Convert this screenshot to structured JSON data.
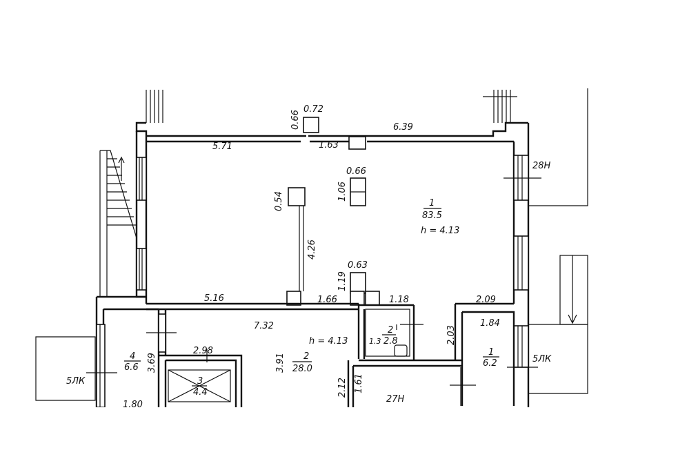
{
  "dimensions": {
    "d_066": "0.66",
    "d_072": "0.72",
    "d_639": "6.39",
    "d_571": "5.71",
    "d_163": "1.63",
    "d_066b": "0.66",
    "d_106": "1.06",
    "d_054": "0.54",
    "d_426": "4.26",
    "d_063": "0.63",
    "d_119": "1.19",
    "d_516": "5.16",
    "d_166": "1.66",
    "d_118": "1.18",
    "d_209": "2.09",
    "d_732": "7.32",
    "d_203": "2.03",
    "d_184": "1.84",
    "d_298": "2.98",
    "d_391": "3.91",
    "d_369": "3.69",
    "d_212": "2.12",
    "d_161": "1.61",
    "d_13": "1.3",
    "d_180": "1.80"
  },
  "rooms": {
    "main": {
      "num": "1",
      "area": "83.5",
      "height": "h = 4.13"
    },
    "hall": {
      "num": "2",
      "area": "28.0",
      "height": "h = 4.13"
    },
    "wc": {
      "num": "2",
      "area": "2.8"
    },
    "left": {
      "num": "4",
      "area": "6.6"
    },
    "stair": {
      "num": "3",
      "area": "4.4"
    },
    "right": {
      "num": "1",
      "area": "6.2"
    }
  },
  "tags": {
    "t_28n": "28Н",
    "t_5lk_left": "5ЛК",
    "t_5lk_right": "5ЛК",
    "t_27n": "27Н"
  }
}
